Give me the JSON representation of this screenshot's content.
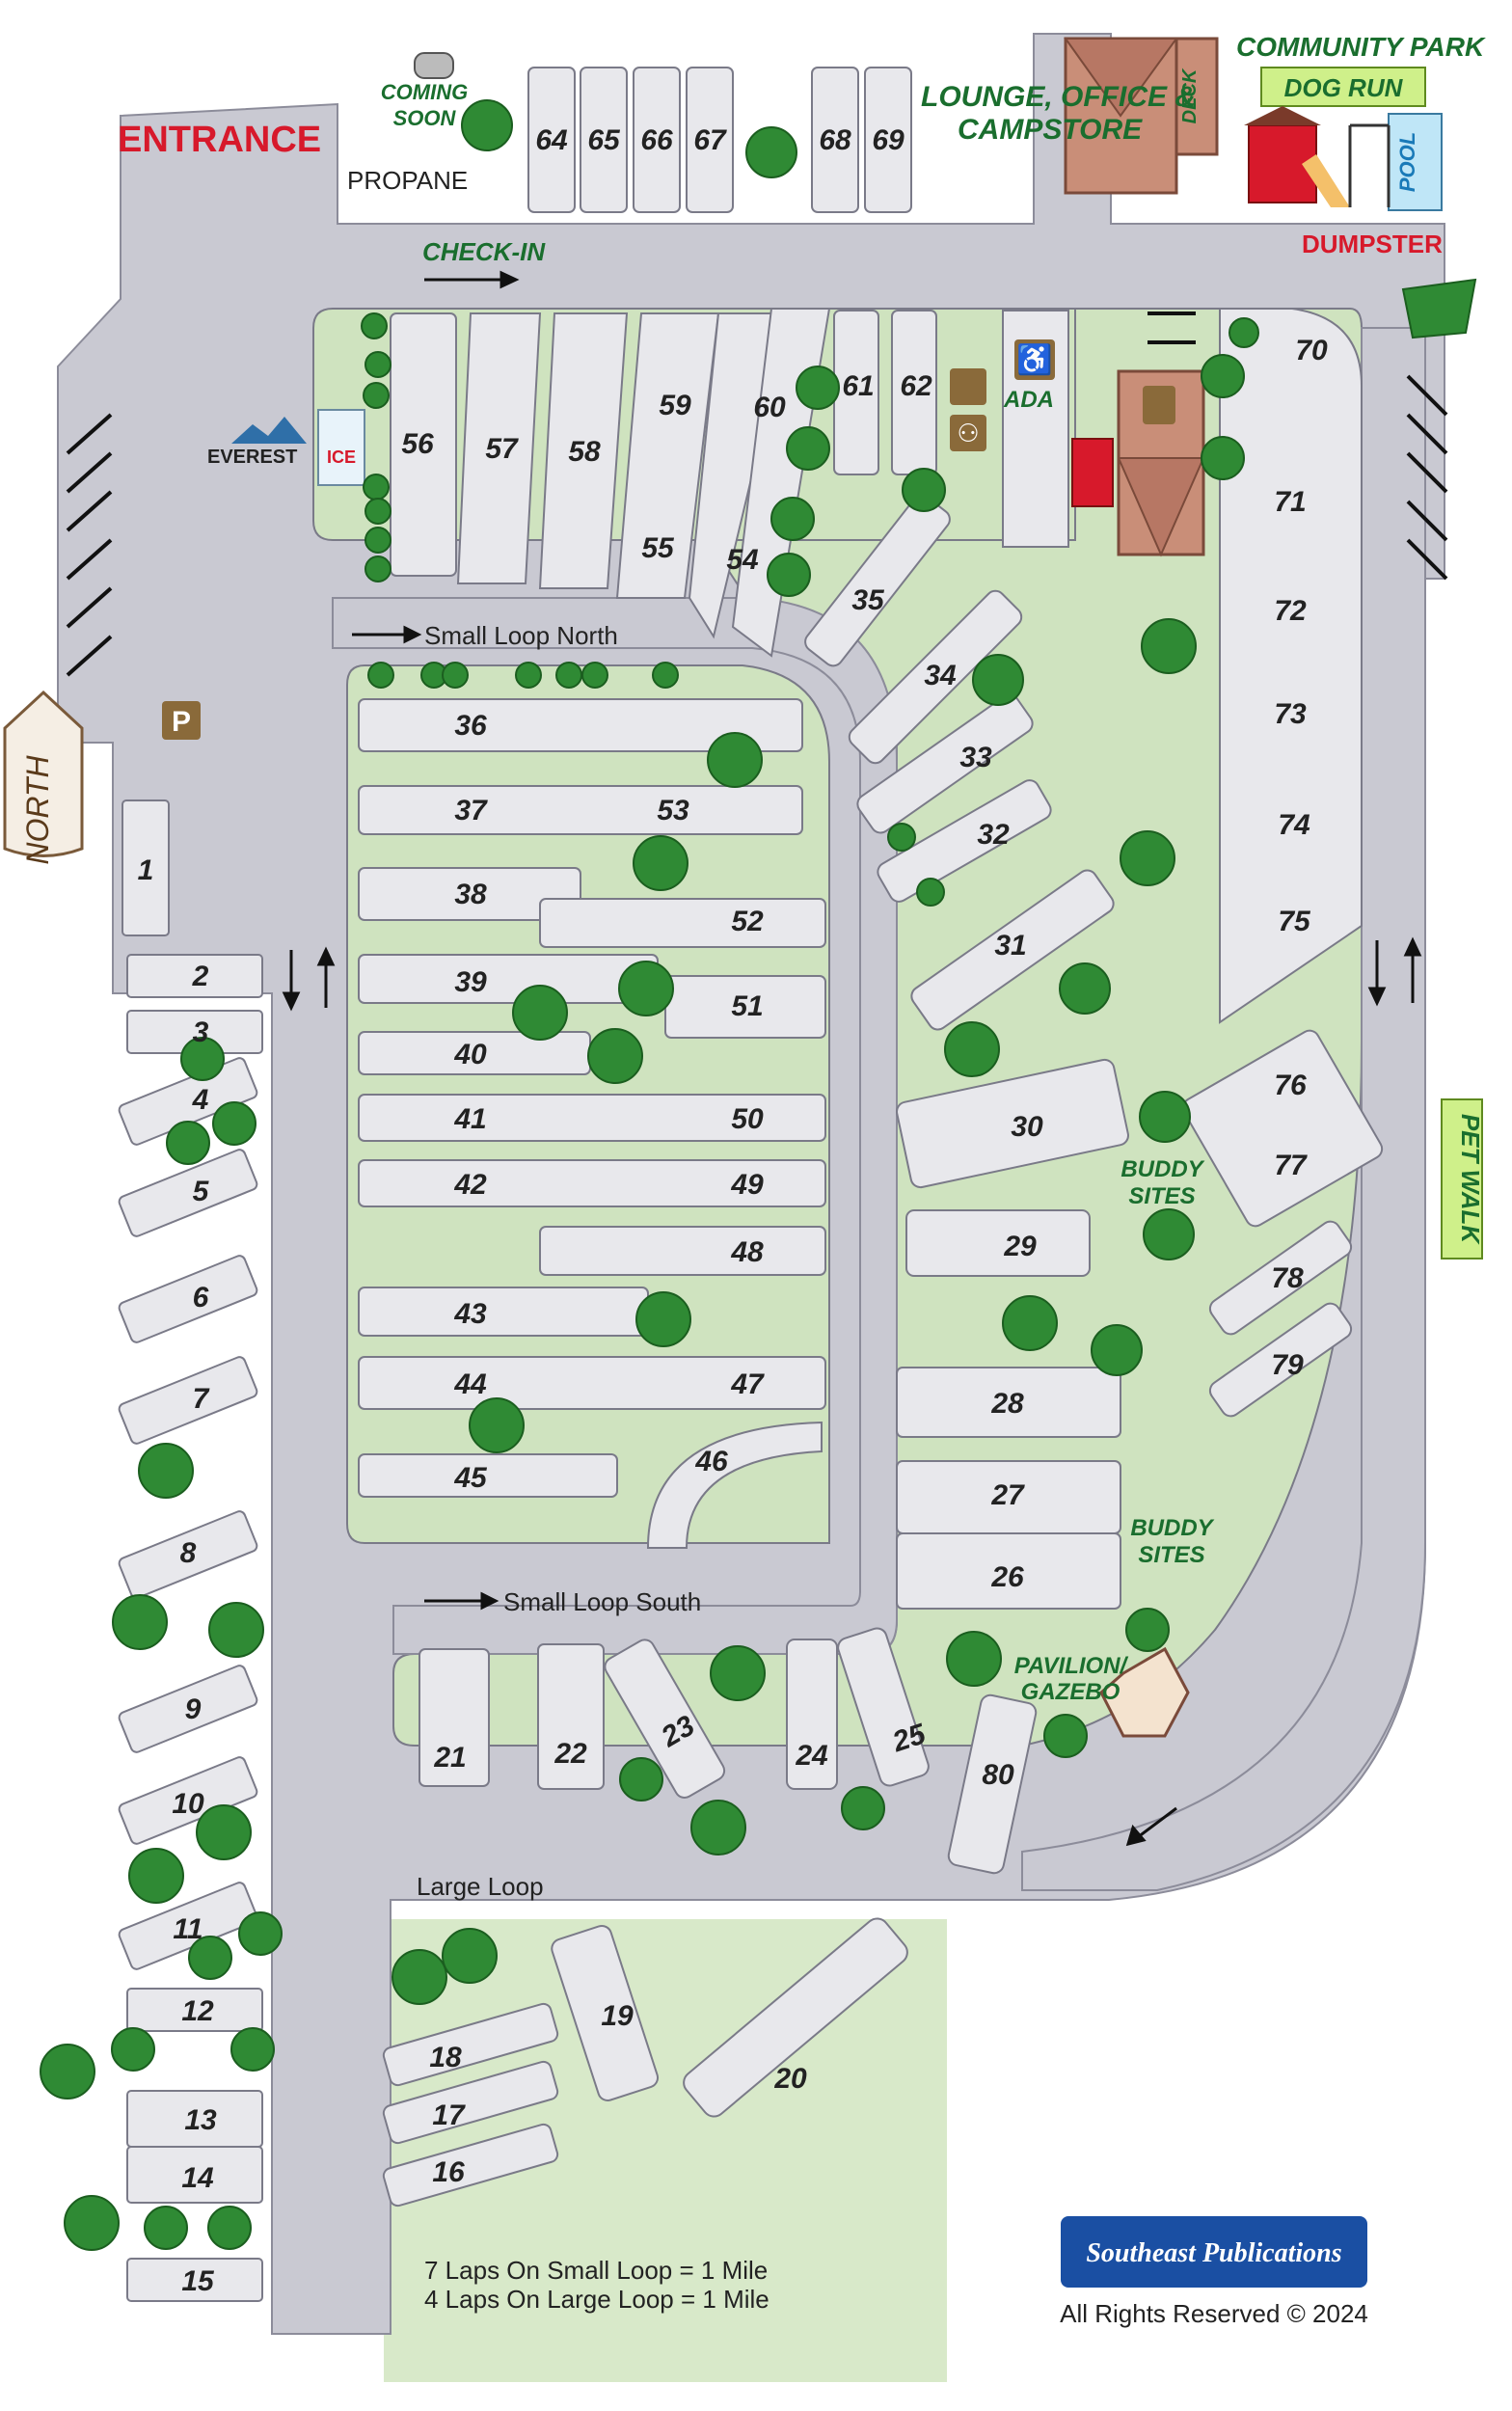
{
  "labels": {
    "entrance": "ENTRANCE",
    "propane": "PROPANE",
    "coming_soon_1": "COMING",
    "coming_soon_2": "SOON",
    "check_in": "CHECK-IN",
    "lounge_1": "LOUNGE, OFFICE &",
    "lounge_2": "CAMPSTORE",
    "deck": "DECK",
    "community_park": "COMMUNITY PARK",
    "dog_run": "DOG RUN",
    "pool": "POOL",
    "dumpster": "DUMPSTER",
    "ada": "ADA",
    "everest": "EVEREST",
    "ice": "ICE",
    "small_loop_north": "Small Loop North",
    "small_loop_south": "Small Loop South",
    "large_loop": "Large Loop",
    "north": "NORTH",
    "parking": "P",
    "buddy_sites_1a": "BUDDY",
    "buddy_sites_1b": "SITES",
    "buddy_sites_2a": "BUDDY",
    "buddy_sites_2b": "SITES",
    "pavilion_1": "PAVILION/",
    "pavilion_2": "GAZEBO",
    "pet_walk": "PET WALK",
    "lap_small": "7 Laps On Small Loop = 1 Mile",
    "lap_large": "4 Laps On Large Loop = 1 Mile",
    "publisher": "Southeast Publications",
    "rights": "All Rights Reserved © 2024"
  },
  "sites": {
    "s1": "1",
    "s2": "2",
    "s3": "3",
    "s4": "4",
    "s5": "5",
    "s6": "6",
    "s7": "7",
    "s8": "8",
    "s9": "9",
    "s10": "10",
    "s11": "11",
    "s12": "12",
    "s13": "13",
    "s14": "14",
    "s15": "15",
    "s16": "16",
    "s17": "17",
    "s18": "18",
    "s19": "19",
    "s20": "20",
    "s21": "21",
    "s22": "22",
    "s23": "23",
    "s24": "24",
    "s25": "25",
    "s26": "26",
    "s27": "27",
    "s28": "28",
    "s29": "29",
    "s30": "30",
    "s31": "31",
    "s32": "32",
    "s33": "33",
    "s34": "34",
    "s35": "35",
    "s36": "36",
    "s37": "37",
    "s38": "38",
    "s39": "39",
    "s40": "40",
    "s41": "41",
    "s42": "42",
    "s43": "43",
    "s44": "44",
    "s45": "45",
    "s46": "46",
    "s47": "47",
    "s48": "48",
    "s49": "49",
    "s50": "50",
    "s51": "51",
    "s52": "52",
    "s53": "53",
    "s54": "54",
    "s55": "55",
    "s56": "56",
    "s57": "57",
    "s58": "58",
    "s59": "59",
    "s60": "60",
    "s61": "61",
    "s62": "62",
    "s64": "64",
    "s65": "65",
    "s66": "66",
    "s67": "67",
    "s68": "68",
    "s69": "69",
    "s70": "70",
    "s71": "71",
    "s72": "72",
    "s73": "73",
    "s74": "74",
    "s75": "75",
    "s76": "76",
    "s77": "77",
    "s78": "78",
    "s79": "79",
    "s80": "80"
  },
  "icons": {
    "restroom": "restroom-icon",
    "accessible": "accessible-icon",
    "laundry": "laundry-icon",
    "vending": "vending-machine-icon",
    "dumpster": "dumpster-icon",
    "playground": "playground-icon"
  },
  "colors": {
    "road": "#c9c9d2",
    "grass": "#cfe3bf",
    "tree": "#2f8a34",
    "title_red": "#d7192b",
    "title_green": "#1a6e2e",
    "building": "#c98e78"
  }
}
